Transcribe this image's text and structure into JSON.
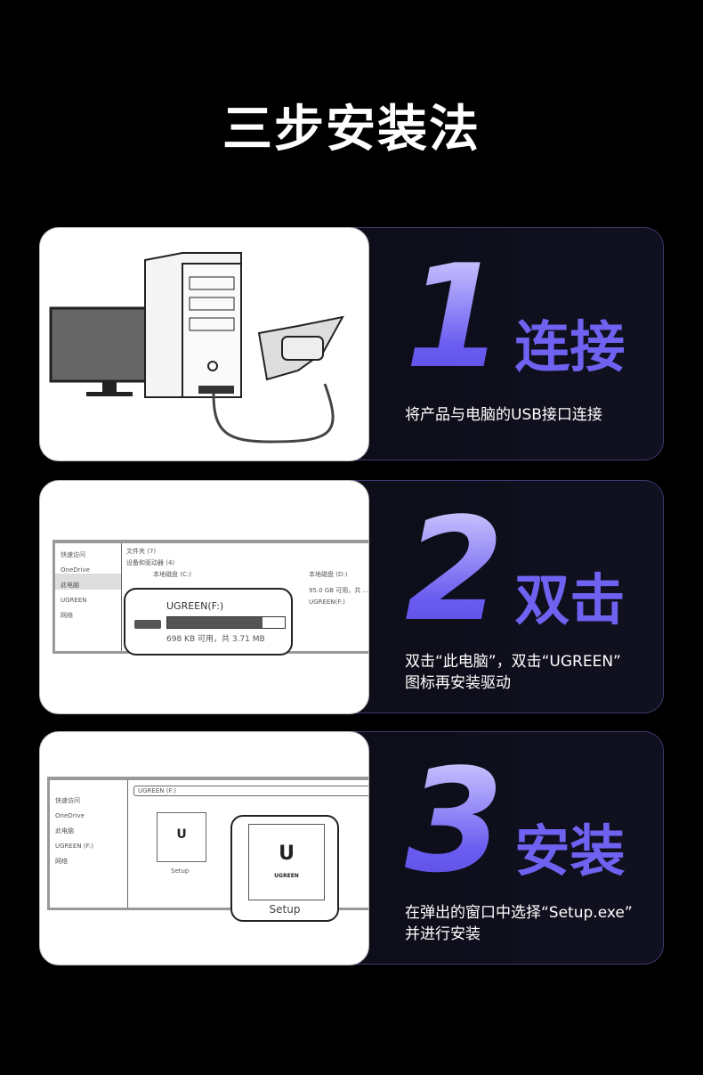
{
  "title": "三步安装法",
  "steps": [
    {
      "number": "1",
      "heading": "连接",
      "description": "将产品与电脑的USB接口连接"
    },
    {
      "number": "2",
      "heading": "双击",
      "description_line1": "双击“此电脑”，双击“UGREEN”",
      "description_line2": "图标再安装驱动",
      "explorer": {
        "sidebar": [
          "快速访问",
          "OneDrive",
          "此电脑",
          "UGREEN",
          "网络"
        ],
        "group1": "文件夹 (7)",
        "group2": "设备和驱动器 (4)",
        "drive_c": "本地磁盘 (C:)",
        "drive_d": "本地磁盘 (D:)",
        "drive_d_info": "95.0 GB 可用，共 ...",
        "drive_f": "UGREEN(F:)",
        "drive_f_info": "698 KB 可用，共 3.71 MB",
        "drive_f_used_fraction": 0.81
      }
    },
    {
      "number": "3",
      "heading": "安装",
      "description_line1": "在弹出的窗口中选择“Setup.exe”",
      "description_line2": "并进行安装",
      "explorer": {
        "sidebar": [
          "快速访问",
          "OneDrive",
          "此电脑",
          "UGREEN (F:)",
          "网络"
        ],
        "path": "UGREEN (F:)",
        "file": "Setup",
        "logo_text": "UGREEN"
      }
    }
  ],
  "colors": {
    "accent": "#6f62f0",
    "background": "#000000"
  }
}
